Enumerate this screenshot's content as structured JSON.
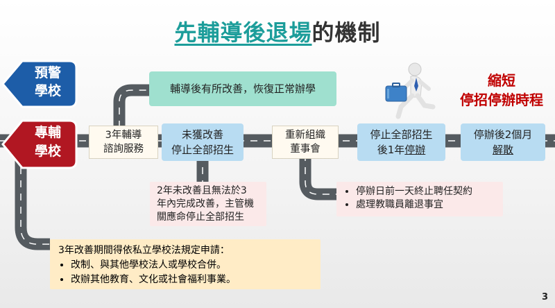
{
  "title": {
    "highlight": "先輔導後退場",
    "rest": "的機制"
  },
  "badges": {
    "warning": [
      "預警",
      "學校"
    ],
    "special": [
      "專輔",
      "學校"
    ]
  },
  "boxes": {
    "improved": "輔導後有所改善，恢復正常辦學",
    "consult_l1": "3年輔導",
    "consult_l2": "諮詢服務",
    "not_improved_l1": "未獲改善",
    "not_improved_l2": "停止全部招生",
    "reorg_l1": "重新組織",
    "reorg_l2": "董事會",
    "stop_l1": "停止全部招生",
    "stop_l2_pre": "後1年",
    "stop_l2_u": "停辦",
    "disband_l1": "停辦後2個月",
    "disband_l2": "解散"
  },
  "notes": {
    "two_year": [
      "2年未改善且無法於3",
      "年內完成改善，主管機",
      "關應命停止全部招生"
    ],
    "closure": [
      "停辦日前一天終止聘任契約",
      "處理教職員離退事宜"
    ],
    "three_year_title": "3年改善期間得依私立學校法規定申請：",
    "three_year_items": [
      "改制、與其他學校法人或學校合併。",
      "改辦其他教育、文化或社會福利事業。"
    ]
  },
  "shorten": [
    "縮短",
    "停招停辦時程"
  ],
  "page_number": "3",
  "colors": {
    "accent": "#1c9d9a",
    "red": "#c00000",
    "road": "#555b60",
    "badge_blue": "#1d5da8",
    "badge_red": "#b11722"
  }
}
